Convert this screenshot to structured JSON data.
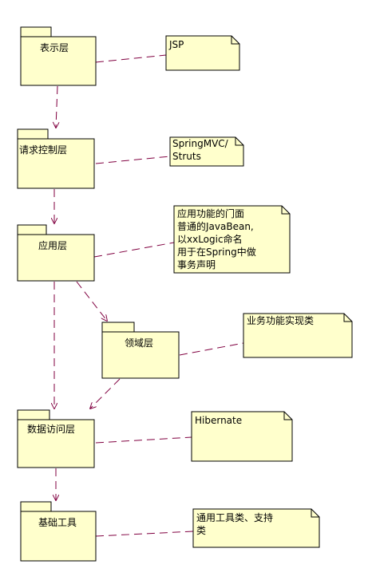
{
  "colors": {
    "fill": "#ffffcc",
    "stroke": "#000000",
    "connector": "#800040",
    "background": "#ffffff"
  },
  "packages": {
    "presentation": "表示层",
    "request_control": "请求控制层",
    "application": "应用层",
    "domain": "领域层",
    "data_access": "数据访问层",
    "foundation": "基础工具"
  },
  "notes": {
    "jsp": [
      "JSP"
    ],
    "springmvc": [
      "SpringMVC/",
      "Struts"
    ],
    "application": [
      "应用功能的门面",
      "普通的JavaBean,",
      "以xxLogic命名",
      "用于在Spring中做",
      "事务声明"
    ],
    "domain": [
      "业务功能实现类"
    ],
    "hibernate": [
      "Hibernate"
    ],
    "foundation": [
      "通用工具类、支持",
      "类"
    ]
  }
}
